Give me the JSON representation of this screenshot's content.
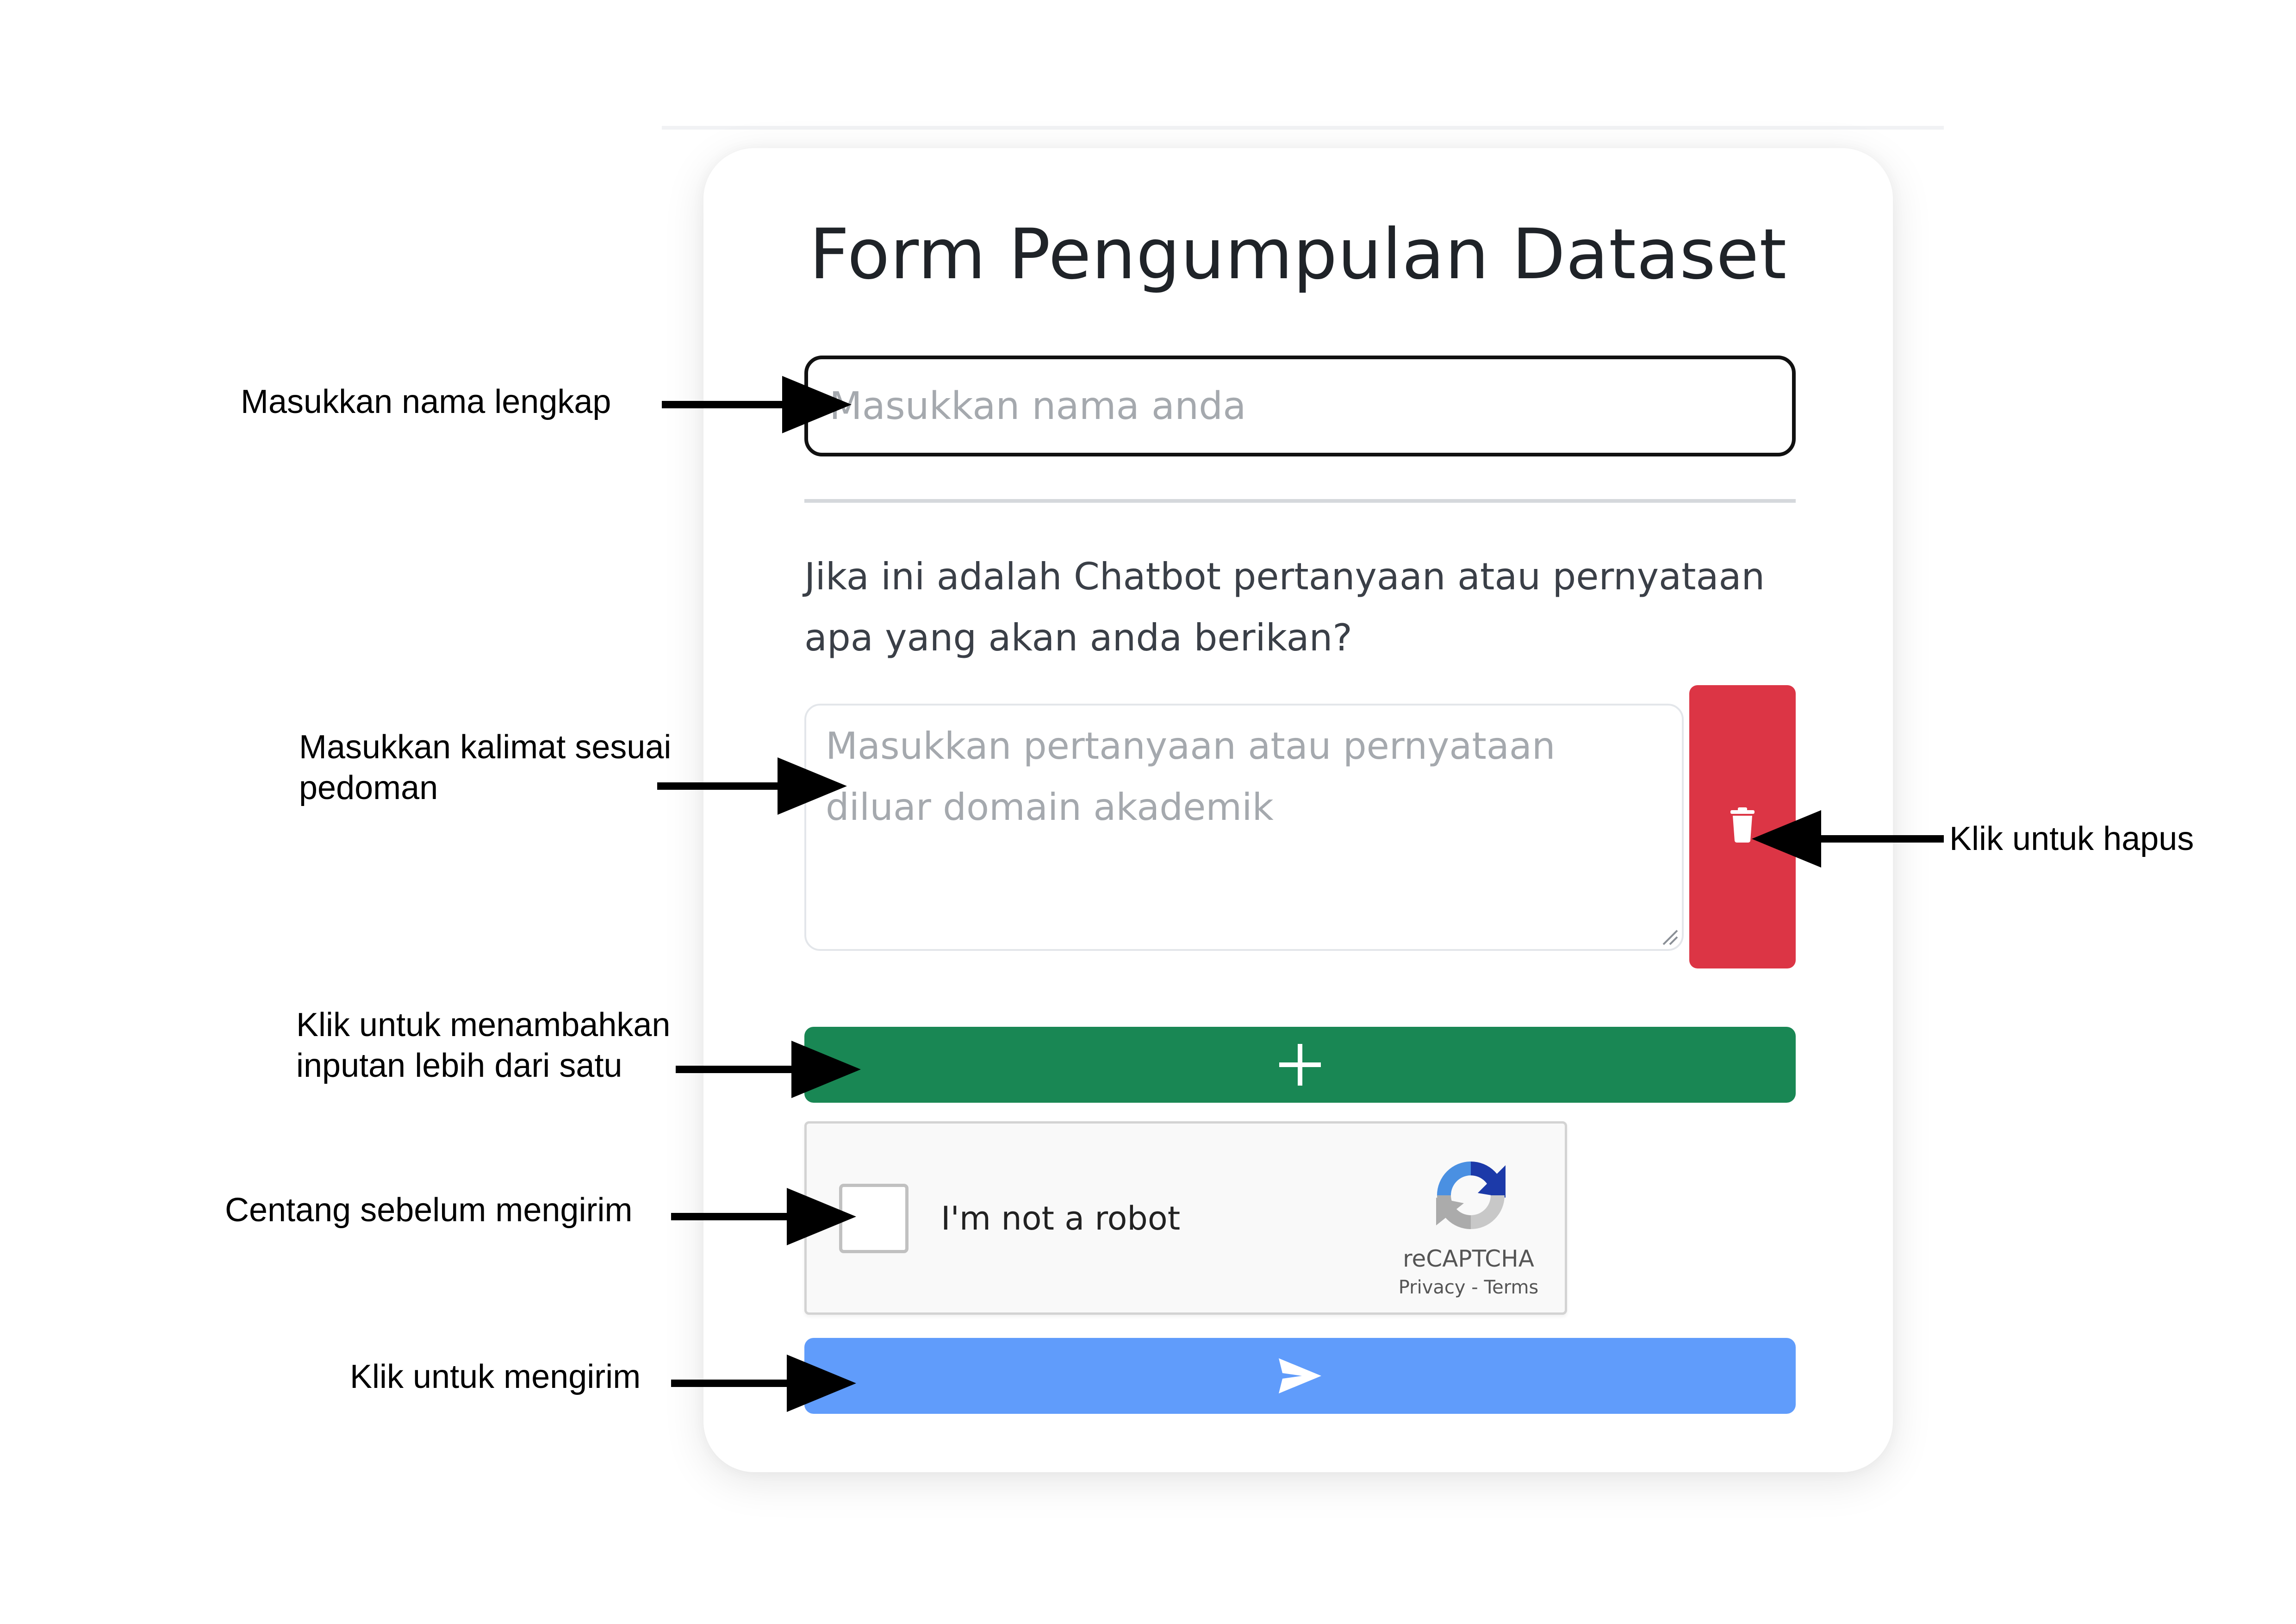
{
  "form": {
    "title": "Form Pengumpulan Dataset",
    "name_placeholder": "Masukkan nama anda",
    "question_text": "Jika ini adalah Chatbot pertanyaan atau pernyataan apa yang akan anda berikan?",
    "question_placeholder": "Masukkan pertanyaan atau pernyataan diluar domain akademik"
  },
  "buttons": {
    "delete_icon": "trash-icon",
    "add_icon": "plus-icon",
    "send_icon": "paper-plane-icon"
  },
  "recaptcha": {
    "label": "I'm not a robot",
    "brand": "reCAPTCHA",
    "privacy": "Privacy",
    "separator": " - ",
    "terms": "Terms"
  },
  "annotations": {
    "name": "Masukkan nama lengkap",
    "sentence_line1": "Masukkan kalimat sesuai",
    "sentence_line2": "pedoman",
    "delete": "Klik untuk hapus",
    "add_line1": "Klik untuk menambahkan",
    "add_line2": "inputan lebih dari satu",
    "captcha": "Centang sebelum mengirim",
    "send": "Klik untuk mengirim"
  },
  "colors": {
    "delete_button": "#dc3545",
    "add_button": "#198754",
    "send_button": "#609cfb",
    "title_text": "#1f2328",
    "placeholder_text": "#a5a9ae"
  }
}
